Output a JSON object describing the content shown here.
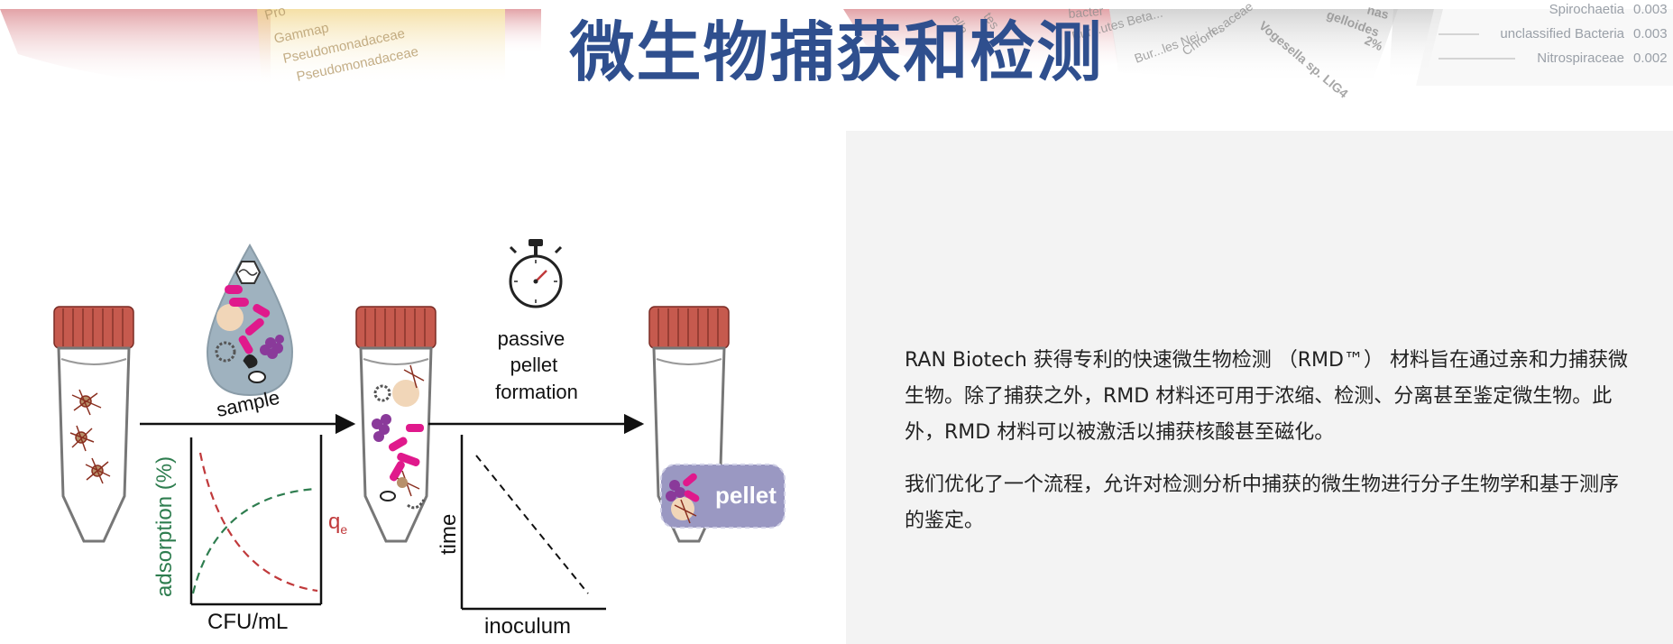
{
  "title": "微生物捕获和检测",
  "banner": {
    "labels": [
      "Pro",
      "Gammap",
      "Pseudomonadaceae",
      "Pseudomonadaceae",
      "ella",
      "tes",
      "bacter",
      "Bur...les Nei...les",
      "Bur...utes Beta...",
      "Chrom...aceae",
      "Vogesella sp. LIG4",
      "gelloides",
      "nas",
      "2%"
    ],
    "stats": [
      {
        "name": "Spirochaetia",
        "value": "0.003"
      },
      {
        "name": "unclassified Bacteria",
        "value": "0.003"
      },
      {
        "name": "Nitrospiraceae",
        "value": "0.002"
      }
    ]
  },
  "figure": {
    "sample_label": "sample",
    "passive_label_lines": [
      "passive",
      "pellet",
      "formation"
    ],
    "pellet_label": "pellet",
    "graph1": {
      "ylabel": "adsorption (%)",
      "xlabel": "CFU/mL",
      "qe_label": "q",
      "qe_sub": "e"
    },
    "graph2": {
      "ylabel": "time",
      "xlabel": "inoculum"
    }
  },
  "description": {
    "paragraphs": [
      "RAN Biotech 获得专利的快速微生物检测 （RMD™） 材料旨在通过亲和力捕获微生物。除了捕获之外，RMD 材料还可用于浓缩、检测、分离甚至鉴定微生物。此外，RMD 材料可以被激活以捕获核酸甚至磁化。",
      "我们优化了一个流程，允许对检测分析中捕获的微生物进行分子生物学和基于测序的鉴定。"
    ]
  },
  "colors": {
    "title": "#2f4f8e",
    "panel": "#f3f3f3",
    "tube_cap": "#c65a4e",
    "magenta": "#e0198c",
    "green_curve": "#2e7d4f",
    "red_curve": "#c0393b",
    "pellet_bg": "#9a98c2"
  }
}
